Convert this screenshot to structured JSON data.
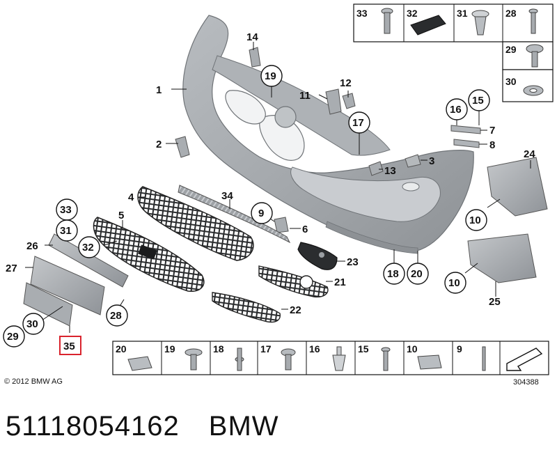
{
  "copyright": "© 2012 BMW AG",
  "diagram_id": "304388",
  "part_number": "51118054162",
  "brand": "BMW",
  "highlighted_part": "35",
  "callouts": {
    "c1": "1",
    "c2": "2",
    "c3": "3",
    "c4": "4",
    "c5": "5",
    "c6": "6",
    "c7": "7",
    "c8": "8",
    "c9": "9",
    "c10a": "10",
    "c10b": "10",
    "c11": "11",
    "c12": "12",
    "c13": "13",
    "c14": "14",
    "c15": "15",
    "c16": "16",
    "c17": "17",
    "c18": "18",
    "c19": "19",
    "c20": "20",
    "c21": "21",
    "c22": "22",
    "c23": "23",
    "c24": "24",
    "c25": "25",
    "c26": "26",
    "c27": "27",
    "c28": "28",
    "c29": "29",
    "c30": "30",
    "c31": "31",
    "c32": "32",
    "c33": "33",
    "c34": "34",
    "c35": "35"
  },
  "top_fasteners": [
    "33",
    "32",
    "31",
    "28",
    "29",
    "30"
  ],
  "bottom_fasteners": [
    "20",
    "19",
    "18",
    "17",
    "16",
    "15",
    "10",
    "9"
  ]
}
